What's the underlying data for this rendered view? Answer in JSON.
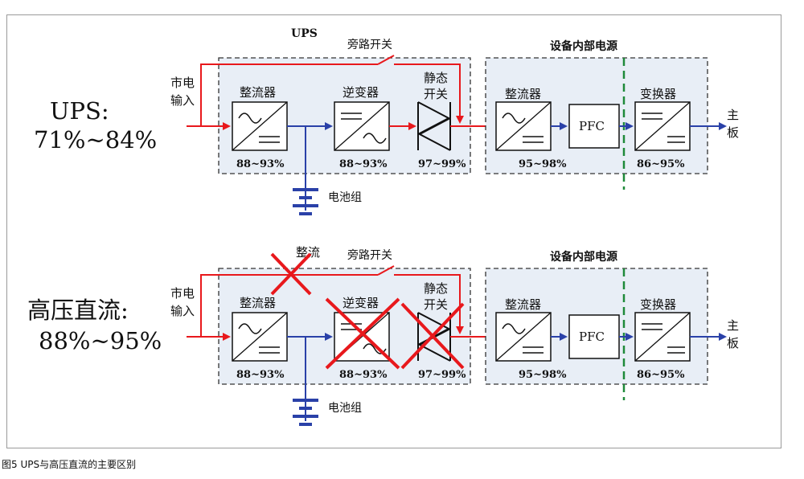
{
  "caption": "图5 UPS与高压直流的主要区别",
  "rows": [
    {
      "name": "ups",
      "label_line1": "UPS:",
      "label_line2": "71%~84%",
      "group_title": "UPS",
      "mains_input": [
        "市电",
        "输入"
      ],
      "bypass_label": "旁路开关",
      "rectifier": "整流器",
      "rectifier_eff": "88~93%",
      "inverter": "逆变器",
      "inverter_eff": "88~93%",
      "static_switch": [
        "静态",
        "开关"
      ],
      "static_switch_eff": "97~99%",
      "battery": "电池组",
      "device_psu_title": "设备内部电源",
      "psu_rectifier": "整流器",
      "pfc": "PFC",
      "psu_rect_eff": "95~98%",
      "converter": "变换器",
      "converter_eff": "86~95%",
      "output": [
        "主",
        "板"
      ],
      "removed_note": ""
    },
    {
      "name": "hvdc",
      "label_line1": "高压直流:",
      "label_line2": "88%~95%",
      "group_title": "",
      "mains_input": [
        "市电",
        "输入"
      ],
      "bypass_label": "旁路开关",
      "rectifier": "整流器",
      "rectifier_eff": "88~93%",
      "inverter": "逆变器",
      "inverter_eff": "88~93%",
      "static_switch": [
        "静态",
        "开关"
      ],
      "static_switch_eff": "97~99%",
      "battery": "电池组",
      "device_psu_title": "设备内部电源",
      "psu_rectifier": "整流器",
      "pfc": "PFC",
      "psu_rect_eff": "95~98%",
      "converter": "变换器",
      "converter_eff": "86~95%",
      "output": [
        "主",
        "板"
      ],
      "removed_note": "整流"
    }
  ],
  "colors": {
    "ac_path": "#e8181c",
    "dc_path": "#2a41a8",
    "cross": "#e8181c",
    "box_fill": "#e8eef6",
    "divider": "#1f8a3a"
  }
}
